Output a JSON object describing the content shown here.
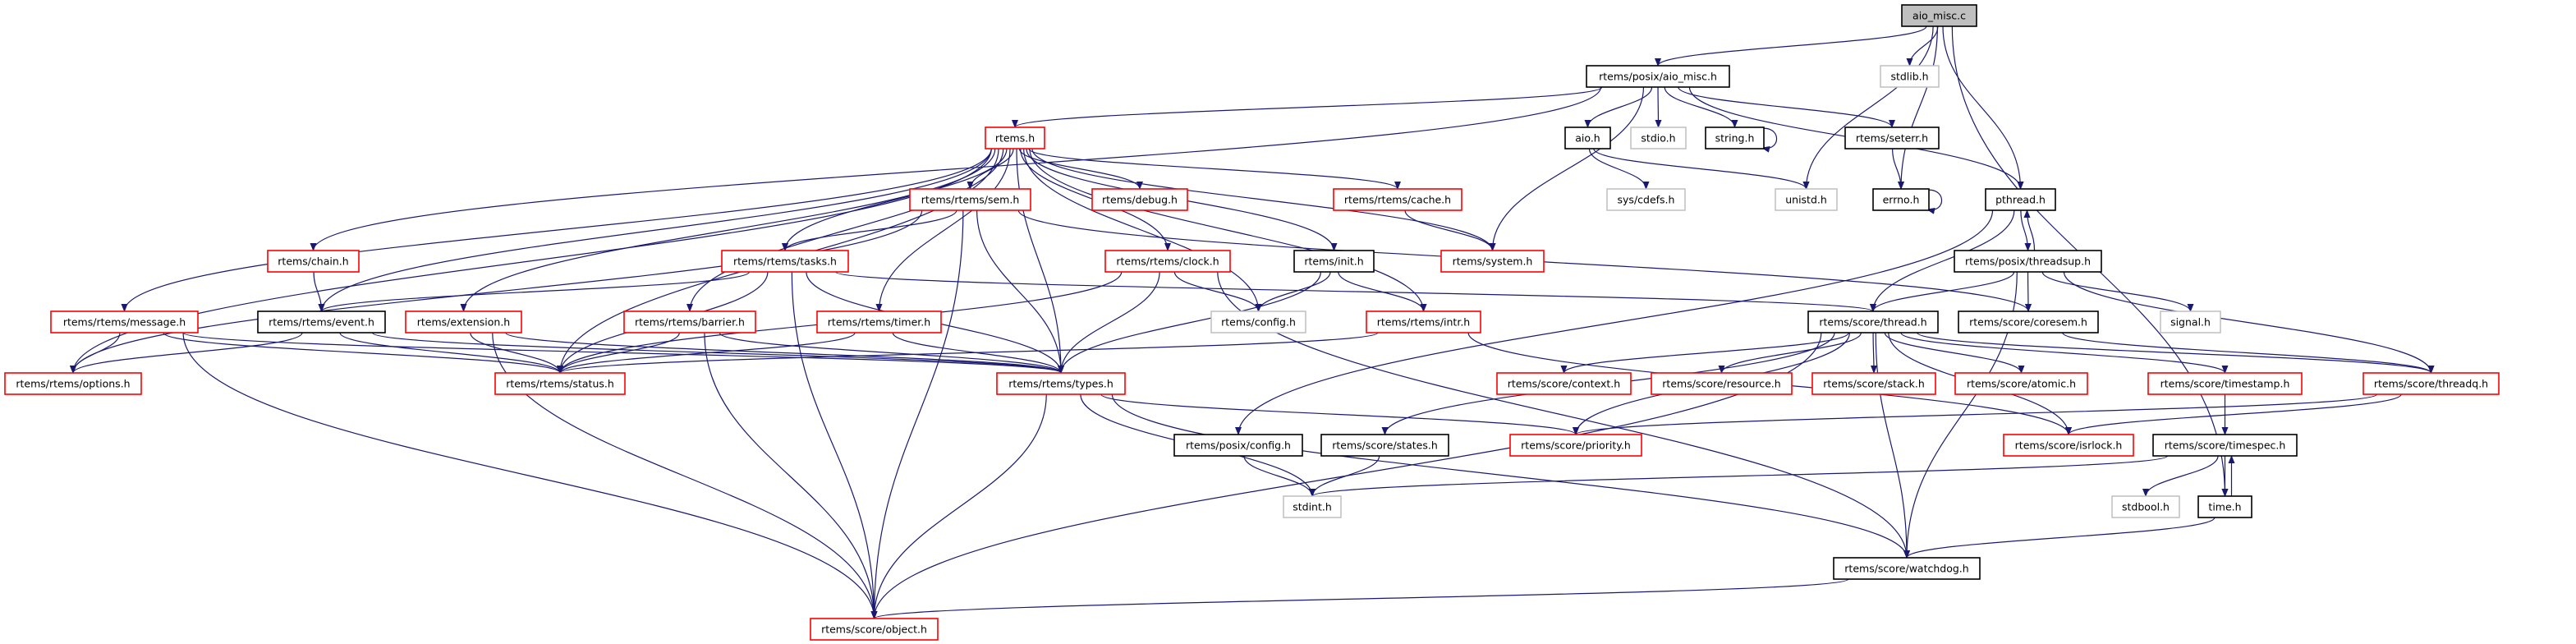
{
  "graph": {
    "colors": {
      "edge": "#191970",
      "main_fill": "#bfbfbf",
      "main_border": "#000000",
      "documented_border": "#000000",
      "truncated_border": "#ff0000",
      "external_border": "#bfbfbf",
      "node_fill": "#ffffff"
    },
    "nodes": [
      {
        "label": "aio_misc.c",
        "kind": "main"
      },
      {
        "label": "rtems/posix/aio_misc.h",
        "kind": "documented"
      },
      {
        "label": "stdlib.h",
        "kind": "external"
      },
      {
        "label": "rtems.h",
        "kind": "truncated"
      },
      {
        "label": "aio.h",
        "kind": "documented"
      },
      {
        "label": "stdio.h",
        "kind": "external"
      },
      {
        "label": "string.h",
        "kind": "documented"
      },
      {
        "label": "rtems/seterr.h",
        "kind": "documented"
      },
      {
        "label": "rtems/rtems/sem.h",
        "kind": "truncated"
      },
      {
        "label": "rtems/debug.h",
        "kind": "truncated"
      },
      {
        "label": "rtems/rtems/cache.h",
        "kind": "truncated"
      },
      {
        "label": "sys/cdefs.h",
        "kind": "external"
      },
      {
        "label": "unistd.h",
        "kind": "external"
      },
      {
        "label": "errno.h",
        "kind": "documented"
      },
      {
        "label": "pthread.h",
        "kind": "documented"
      },
      {
        "label": "rtems/chain.h",
        "kind": "truncated"
      },
      {
        "label": "rtems/rtems/tasks.h",
        "kind": "truncated"
      },
      {
        "label": "rtems/rtems/clock.h",
        "kind": "truncated"
      },
      {
        "label": "rtems/init.h",
        "kind": "documented"
      },
      {
        "label": "rtems/system.h",
        "kind": "truncated"
      },
      {
        "label": "rtems/posix/threadsup.h",
        "kind": "documented"
      },
      {
        "label": "rtems/rtems/message.h",
        "kind": "truncated"
      },
      {
        "label": "rtems/rtems/event.h",
        "kind": "documented"
      },
      {
        "label": "rtems/extension.h",
        "kind": "truncated"
      },
      {
        "label": "rtems/rtems/barrier.h",
        "kind": "truncated"
      },
      {
        "label": "rtems/rtems/timer.h",
        "kind": "truncated"
      },
      {
        "label": "rtems/config.h",
        "kind": "external"
      },
      {
        "label": "rtems/rtems/intr.h",
        "kind": "truncated"
      },
      {
        "label": "rtems/score/thread.h",
        "kind": "documented"
      },
      {
        "label": "rtems/score/coresem.h",
        "kind": "documented"
      },
      {
        "label": "signal.h",
        "kind": "external"
      },
      {
        "label": "rtems/rtems/options.h",
        "kind": "truncated"
      },
      {
        "label": "rtems/rtems/status.h",
        "kind": "truncated"
      },
      {
        "label": "rtems/rtems/types.h",
        "kind": "truncated"
      },
      {
        "label": "rtems/score/context.h",
        "kind": "truncated"
      },
      {
        "label": "rtems/score/resource.h",
        "kind": "truncated"
      },
      {
        "label": "rtems/score/stack.h",
        "kind": "truncated"
      },
      {
        "label": "rtems/score/atomic.h",
        "kind": "truncated"
      },
      {
        "label": "rtems/score/timestamp.h",
        "kind": "truncated"
      },
      {
        "label": "rtems/score/threadq.h",
        "kind": "truncated"
      },
      {
        "label": "rtems/posix/config.h",
        "kind": "documented"
      },
      {
        "label": "rtems/score/states.h",
        "kind": "documented"
      },
      {
        "label": "rtems/score/priority.h",
        "kind": "truncated"
      },
      {
        "label": "rtems/score/isrlock.h",
        "kind": "truncated"
      },
      {
        "label": "rtems/score/timespec.h",
        "kind": "documented"
      },
      {
        "label": "stdint.h",
        "kind": "external"
      },
      {
        "label": "stdbool.h",
        "kind": "external"
      },
      {
        "label": "time.h",
        "kind": "documented"
      },
      {
        "label": "rtems/score/watchdog.h",
        "kind": "documented"
      },
      {
        "label": "rtems/score/object.h",
        "kind": "truncated"
      }
    ],
    "edges": [
      [
        "aio_misc.c",
        "rtems/posix/aio_misc.h"
      ],
      [
        "aio_misc.c",
        "stdlib.h"
      ],
      [
        "aio_misc.c",
        "unistd.h"
      ],
      [
        "aio_misc.c",
        "errno.h"
      ],
      [
        "aio_misc.c",
        "pthread.h"
      ],
      [
        "aio_misc.c",
        "time.h"
      ],
      [
        "rtems/posix/aio_misc.h",
        "rtems.h"
      ],
      [
        "rtems/posix/aio_misc.h",
        "rtems/chain.h"
      ],
      [
        "rtems/posix/aio_misc.h",
        "aio.h"
      ],
      [
        "rtems/posix/aio_misc.h",
        "stdio.h"
      ],
      [
        "rtems/posix/aio_misc.h",
        "string.h"
      ],
      [
        "rtems/posix/aio_misc.h",
        "rtems/seterr.h"
      ],
      [
        "rtems/posix/aio_misc.h",
        "rtems/system.h"
      ],
      [
        "rtems/posix/aio_misc.h",
        "pthread.h"
      ],
      [
        "string.h",
        "string.h"
      ],
      [
        "errno.h",
        "errno.h"
      ],
      [
        "aio.h",
        "sys/cdefs.h"
      ],
      [
        "aio.h",
        "unistd.h"
      ],
      [
        "rtems/seterr.h",
        "errno.h"
      ],
      [
        "rtems.h",
        "rtems/rtems/message.h"
      ],
      [
        "rtems.h",
        "rtems/rtems/options.h"
      ],
      [
        "rtems.h",
        "rtems/rtems/event.h"
      ],
      [
        "rtems.h",
        "rtems/extension.h"
      ],
      [
        "rtems.h",
        "rtems/rtems/status.h"
      ],
      [
        "rtems.h",
        "rtems/rtems/barrier.h"
      ],
      [
        "rtems.h",
        "rtems/rtems/tasks.h"
      ],
      [
        "rtems.h",
        "rtems/rtems/timer.h"
      ],
      [
        "rtems.h",
        "rtems/rtems/sem.h"
      ],
      [
        "rtems.h",
        "rtems/debug.h"
      ],
      [
        "rtems.h",
        "rtems/rtems/types.h"
      ],
      [
        "rtems.h",
        "rtems/rtems/clock.h"
      ],
      [
        "rtems.h",
        "rtems/config.h"
      ],
      [
        "rtems.h",
        "rtems/init.h"
      ],
      [
        "rtems.h",
        "rtems/rtems/cache.h"
      ],
      [
        "rtems.h",
        "rtems/system.h"
      ],
      [
        "rtems.h",
        "rtems/rtems/intr.h"
      ],
      [
        "rtems/rtems/sem.h",
        "rtems/rtems/options.h"
      ],
      [
        "rtems/rtems/sem.h",
        "rtems/rtems/tasks.h"
      ],
      [
        "rtems/rtems/sem.h",
        "rtems/score/object.h"
      ],
      [
        "rtems/rtems/sem.h",
        "rtems/rtems/types.h"
      ],
      [
        "rtems/rtems/sem.h",
        "rtems/score/coresem.h"
      ],
      [
        "rtems/rtems/cache.h",
        "rtems/system.h"
      ],
      [
        "rtems/chain.h",
        "rtems/rtems/event.h"
      ],
      [
        "rtems/rtems/tasks.h",
        "rtems/rtems/event.h"
      ],
      [
        "rtems/rtems/tasks.h",
        "rtems/rtems/status.h"
      ],
      [
        "rtems/rtems/tasks.h",
        "rtems/rtems/types.h"
      ],
      [
        "rtems/rtems/tasks.h",
        "rtems/score/object.h"
      ],
      [
        "rtems/rtems/tasks.h",
        "rtems/score/thread.h"
      ],
      [
        "rtems/rtems/clock.h",
        "rtems/rtems/status.h"
      ],
      [
        "rtems/rtems/clock.h",
        "rtems/config.h"
      ],
      [
        "rtems/rtems/clock.h",
        "rtems/rtems/types.h"
      ],
      [
        "rtems/rtems/clock.h",
        "rtems/score/watchdog.h"
      ],
      [
        "rtems/init.h",
        "rtems/config.h"
      ],
      [
        "rtems/init.h",
        "rtems/rtems/intr.h"
      ],
      [
        "rtems/init.h",
        "rtems/rtems/types.h"
      ],
      [
        "pthread.h",
        "rtems/posix/threadsup.h"
      ],
      [
        "pthread.h",
        "rtems/score/thread.h"
      ],
      [
        "pthread.h",
        "rtems/posix/config.h"
      ],
      [
        "rtems/posix/threadsup.h",
        "pthread.h"
      ],
      [
        "rtems/posix/threadsup.h",
        "rtems/score/thread.h"
      ],
      [
        "rtems/posix/threadsup.h",
        "rtems/score/coresem.h"
      ],
      [
        "rtems/posix/threadsup.h",
        "signal.h"
      ],
      [
        "rtems/posix/threadsup.h",
        "rtems/score/threadq.h"
      ],
      [
        "rtems/posix/threadsup.h",
        "rtems/score/watchdog.h"
      ],
      [
        "rtems/rtems/message.h",
        "rtems/rtems/options.h"
      ],
      [
        "rtems/rtems/message.h",
        "rtems/rtems/status.h"
      ],
      [
        "rtems/rtems/message.h",
        "rtems/rtems/types.h"
      ],
      [
        "rtems/rtems/message.h",
        "rtems/score/object.h"
      ],
      [
        "rtems/rtems/event.h",
        "rtems/rtems/options.h"
      ],
      [
        "rtems/rtems/event.h",
        "rtems/rtems/status.h"
      ],
      [
        "rtems/rtems/event.h",
        "rtems/rtems/types.h"
      ],
      [
        "rtems/extension.h",
        "rtems/rtems/status.h"
      ],
      [
        "rtems/extension.h",
        "rtems/rtems/types.h"
      ],
      [
        "rtems/extension.h",
        "rtems/score/object.h"
      ],
      [
        "rtems/rtems/barrier.h",
        "rtems/rtems/status.h"
      ],
      [
        "rtems/rtems/barrier.h",
        "rtems/rtems/types.h"
      ],
      [
        "rtems/rtems/barrier.h",
        "rtems/score/object.h"
      ],
      [
        "rtems/rtems/timer.h",
        "rtems/rtems/status.h"
      ],
      [
        "rtems/rtems/timer.h",
        "rtems/rtems/types.h"
      ],
      [
        "rtems/rtems/intr.h",
        "rtems/rtems/status.h"
      ],
      [
        "rtems/rtems/intr.h",
        "rtems/score/isrlock.h"
      ],
      [
        "rtems/score/thread.h",
        "rtems/score/context.h"
      ],
      [
        "rtems/score/thread.h",
        "rtems/score/resource.h"
      ],
      [
        "rtems/score/thread.h",
        "rtems/score/stack.h"
      ],
      [
        "rtems/score/thread.h",
        "rtems/score/atomic.h"
      ],
      [
        "rtems/score/thread.h",
        "rtems/score/timestamp.h"
      ],
      [
        "rtems/score/thread.h",
        "rtems/score/threadq.h"
      ],
      [
        "rtems/score/thread.h",
        "rtems/score/isrlock.h"
      ],
      [
        "rtems/score/thread.h",
        "rtems/score/priority.h"
      ],
      [
        "rtems/score/thread.h",
        "rtems/score/states.h"
      ],
      [
        "rtems/score/thread.h",
        "rtems/score/object.h"
      ],
      [
        "rtems/score/thread.h",
        "rtems/score/watchdog.h"
      ],
      [
        "rtems/score/coresem.h",
        "rtems/score/threadq.h"
      ],
      [
        "rtems/score/threadq.h",
        "rtems/score/priority.h"
      ],
      [
        "rtems/score/threadq.h",
        "rtems/score/isrlock.h"
      ],
      [
        "rtems/score/timestamp.h",
        "rtems/score/timespec.h"
      ],
      [
        "rtems/rtems/types.h",
        "rtems/score/priority.h"
      ],
      [
        "rtems/rtems/types.h",
        "stdint.h"
      ],
      [
        "rtems/rtems/types.h",
        "rtems/score/watchdog.h"
      ],
      [
        "rtems/rtems/types.h",
        "rtems/score/object.h"
      ],
      [
        "rtems/posix/config.h",
        "stdint.h"
      ],
      [
        "rtems/score/states.h",
        "stdint.h"
      ],
      [
        "rtems/score/timespec.h",
        "stdint.h"
      ],
      [
        "rtems/score/timespec.h",
        "stdbool.h"
      ],
      [
        "rtems/score/timespec.h",
        "time.h"
      ],
      [
        "time.h",
        "rtems/score/timespec.h"
      ],
      [
        "time.h",
        "rtems/score/watchdog.h"
      ],
      [
        "rtems/score/watchdog.h",
        "rtems/score/object.h"
      ]
    ]
  }
}
